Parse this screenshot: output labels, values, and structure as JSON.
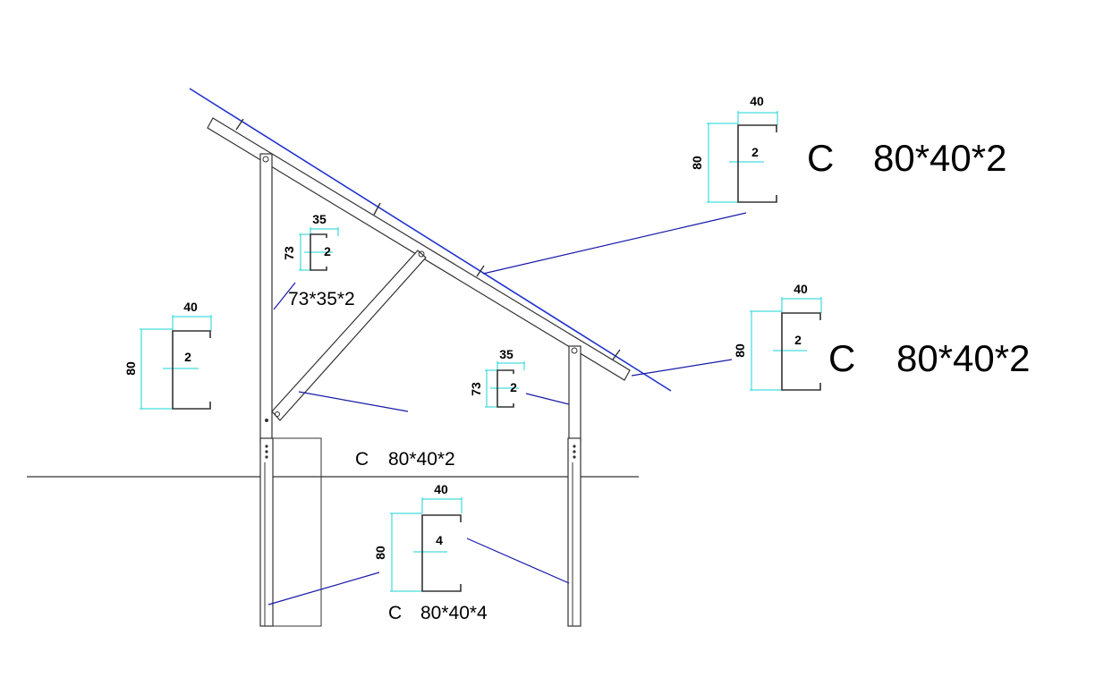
{
  "profiles": {
    "top_right": {
      "type_letter": "C",
      "spec": "80*40*2",
      "width": "40",
      "height": "80",
      "thickness": "2"
    },
    "mid_right": {
      "type_letter": "C",
      "spec": "80*40*2",
      "width": "40",
      "height": "80",
      "thickness": "2"
    },
    "rear_post": {
      "spec": "73*35*2",
      "width": "35",
      "height": "73",
      "thickness": "2"
    },
    "front_post": {
      "width": "35",
      "height": "73",
      "thickness": "2"
    },
    "left": {
      "width": "40",
      "height": "80",
      "thickness": "2"
    },
    "brace": {
      "type_letter": "C",
      "spec": "80*40*2"
    },
    "pile": {
      "type_letter": "C",
      "spec": "80*40*4",
      "width": "40",
      "height": "80",
      "thickness": "4"
    }
  },
  "colors": {
    "leader": "#1a1aa8",
    "dimension": "#19d3d3",
    "linework": "#333333"
  }
}
